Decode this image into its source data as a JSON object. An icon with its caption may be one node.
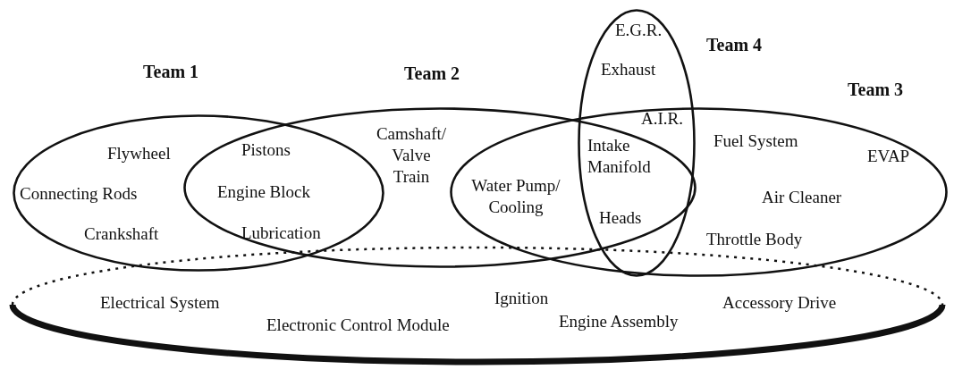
{
  "diagram": {
    "nodes": [
      {
        "text": [
          "Team 1",
          "Flywheel",
          "Connecting Rods",
          "Crankshaft"
        ]
      },
      {
        "text": [
          "Team 2",
          "Camshaft/ Valve Train"
        ]
      },
      {
        "text": [
          "Team 4",
          "E.G.R.",
          "Exhaust"
        ]
      },
      {
        "text": [
          "Team 3",
          "Fuel System",
          "EVAP",
          "Air Cleaner",
          "Throttle Body"
        ]
      },
      {
        "text": [
          "Electrical System",
          "Electronic Control Module",
          "Ignition",
          "Engine Assembly",
          "Accessory Drive"
        ]
      }
    ],
    "labels": [
      "A.I.R.",
      "Pistons",
      "Intake Manifold",
      "Engine Block",
      "Water Pump/ Cooling",
      "Heads",
      "Lubrication"
    ]
  }
}
